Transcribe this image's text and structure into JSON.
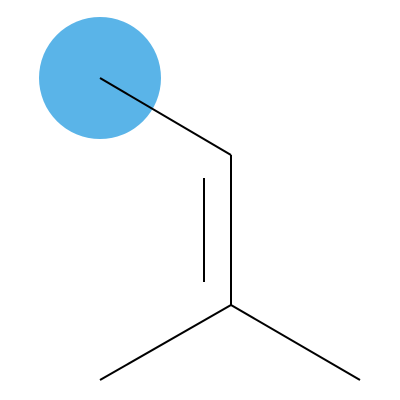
{
  "diagram": {
    "type": "skeletal-structure",
    "atoms": [
      {
        "id": "c1",
        "element": "C",
        "highlighted": true
      },
      {
        "id": "c2",
        "element": "C"
      },
      {
        "id": "c3",
        "element": "C"
      },
      {
        "id": "c4",
        "element": "C"
      },
      {
        "id": "c5",
        "element": "C"
      }
    ],
    "bonds": [
      {
        "from": "c1",
        "to": "c2",
        "order": 1
      },
      {
        "from": "c2",
        "to": "c3",
        "order": 2
      },
      {
        "from": "c3",
        "to": "c4",
        "order": 1
      },
      {
        "from": "c3",
        "to": "c5",
        "order": 1
      }
    ]
  },
  "colors": {
    "highlight": "#5ab4e8",
    "bond": "#000000",
    "background": "#ffffff"
  }
}
